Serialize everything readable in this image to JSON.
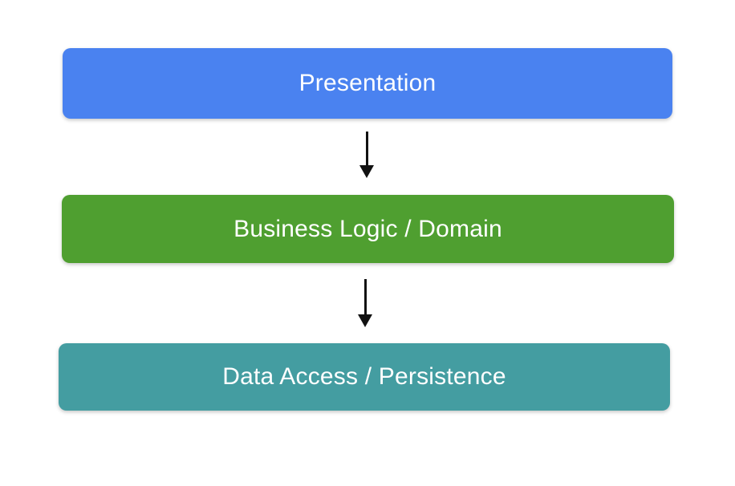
{
  "diagram": {
    "background": "#ffffff",
    "text_color": "#ffffff",
    "arrow_color": "#111111",
    "layers": [
      {
        "id": "presentation",
        "label": "Presentation",
        "color": "#4a82f0"
      },
      {
        "id": "business-logic",
        "label": "Business Logic / Domain",
        "color": "#4f9f30"
      },
      {
        "id": "data-access",
        "label": "Data Access / Persistence",
        "color": "#449da1"
      }
    ]
  }
}
